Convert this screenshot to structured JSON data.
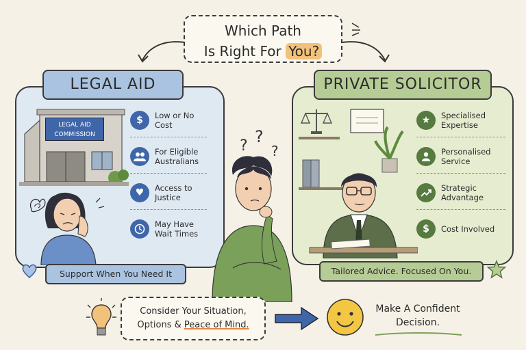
{
  "title": {
    "line1": "Which Path",
    "line2_prefix": "Is Right For ",
    "line2_highlight": "You?"
  },
  "left_panel": {
    "heading": "LEGAL AID",
    "building_sign": "LEGAL AID\nCOMMISSION",
    "features": [
      {
        "icon": "dollar-icon",
        "label": "Low or No Cost"
      },
      {
        "icon": "people-icon",
        "label": "For Eligible Australians"
      },
      {
        "icon": "heart-icon",
        "label": "Access to Justice"
      },
      {
        "icon": "clock-icon",
        "label": "May Have Wait Times"
      }
    ],
    "ribbon": "Support When You Need It"
  },
  "right_panel": {
    "heading": "PRIVATE SOLICITOR",
    "features": [
      {
        "icon": "star-icon",
        "label": "Specialised Expertise"
      },
      {
        "icon": "person-icon",
        "label": "Personalised Service"
      },
      {
        "icon": "trend-up-icon",
        "label": "Strategic Advantage"
      },
      {
        "icon": "dollar-icon",
        "label": "Cost Involved"
      }
    ],
    "ribbon": "Tailored Advice. Focused On You."
  },
  "bottom": {
    "line1": "Consider Your Situation,",
    "line2_prefix": "Options & ",
    "line2_highlight": "Peace of Mind.",
    "decision": "Make A Confident Decision."
  },
  "colors": {
    "background": "#f6f1e6",
    "legal_aid_blue": "#a9c3e0",
    "solicitor_green": "#b6cc95",
    "highlight_orange": "#f3c27a"
  }
}
